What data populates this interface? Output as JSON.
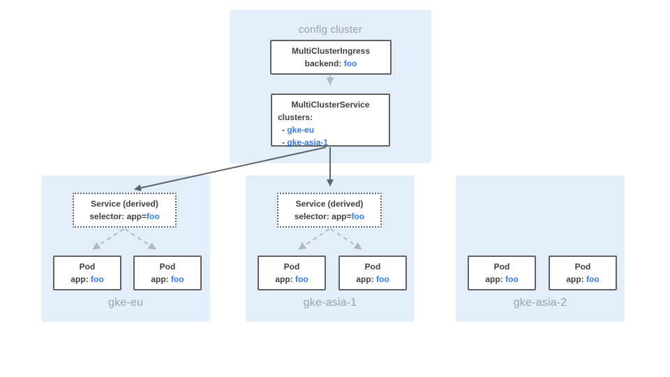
{
  "colors": {
    "panel_bg": "#E2EEFA",
    "border": "#616161",
    "text_dark": "#3C4043",
    "accent_blue": "#3579E6",
    "muted": "#9AA0A6",
    "arrow_dark": "#5F6368",
    "arrow_light": "#B3B9BE"
  },
  "config_cluster": {
    "label": "config cluster",
    "ingress": {
      "title": "MultiClusterIngress",
      "backend_label": "backend:",
      "backend_value": "foo"
    },
    "service": {
      "title": "MultiClusterService",
      "clusters_label": "clusters:",
      "entries": [
        {
          "bullet": "-",
          "name": "gke-eu"
        },
        {
          "bullet": "-",
          "name": "gke-asia-1"
        }
      ]
    }
  },
  "clusters": [
    {
      "label": "gke-eu",
      "service": {
        "title": "Service (derived)",
        "selector_label": "selector: app=",
        "selector_value": "foo"
      },
      "pods": [
        {
          "title": "Pod",
          "app_label": "app:",
          "app_value": "foo"
        },
        {
          "title": "Pod",
          "app_label": "app:",
          "app_value": "foo"
        }
      ]
    },
    {
      "label": "gke-asia-1",
      "service": {
        "title": "Service (derived)",
        "selector_label": "selector: app=",
        "selector_value": "foo"
      },
      "pods": [
        {
          "title": "Pod",
          "app_label": "app:",
          "app_value": "foo"
        },
        {
          "title": "Pod",
          "app_label": "app:",
          "app_value": "foo"
        }
      ]
    },
    {
      "label": "gke-asia-2",
      "pods": [
        {
          "title": "Pod",
          "app_label": "app:",
          "app_value": "foo"
        },
        {
          "title": "Pod",
          "app_label": "app:",
          "app_value": "foo"
        }
      ]
    }
  ]
}
